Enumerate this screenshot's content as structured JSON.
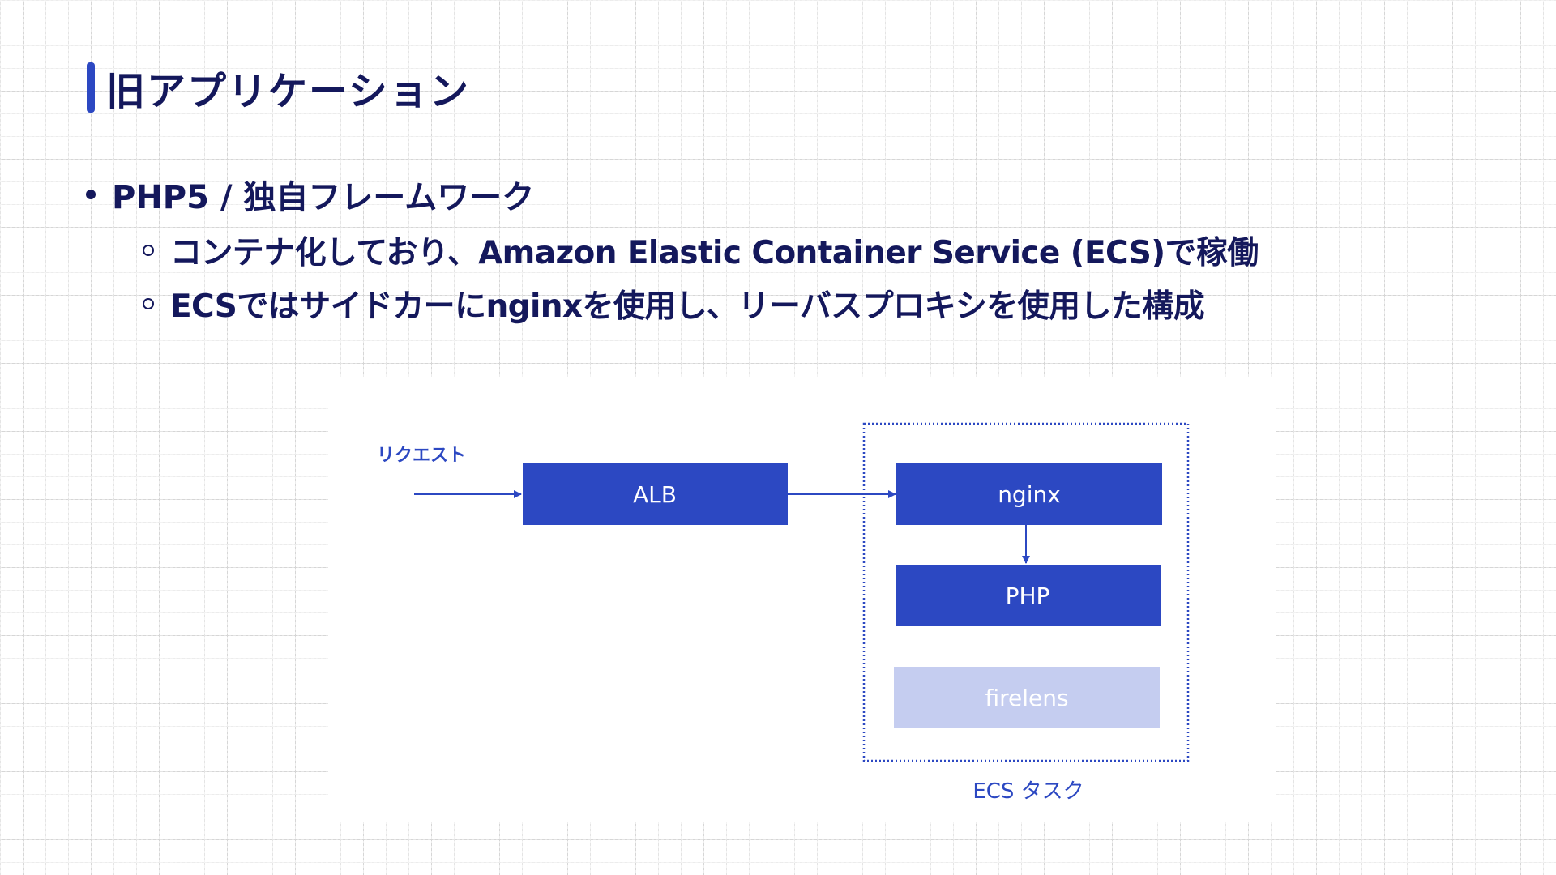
{
  "title": "旧アプリケーション",
  "bullets": {
    "main": "PHP5 / 独自フレームワーク",
    "sub": [
      "コンテナ化しており、Amazon Elastic Container Service (ECS)で稼働",
      "ECSではサイドカーにnginxを使用し、リーバスプロキシを使用した構成"
    ]
  },
  "diagram": {
    "request_label": "リクエスト",
    "alb_label": "ALB",
    "nginx_label": "nginx",
    "php_label": "PHP",
    "firelens_label": "firelens",
    "ecs_task_label": "ECS タスク"
  },
  "colors": {
    "accent": "#2c48c2",
    "text": "#14185c",
    "firelens_fill": "#c5cdf0"
  }
}
